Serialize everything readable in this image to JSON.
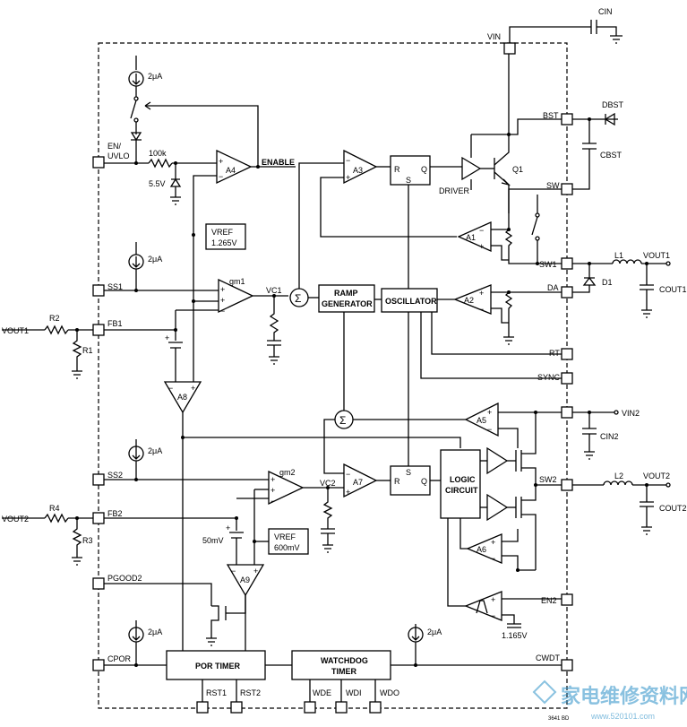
{
  "pins": {
    "vin": "VIN",
    "bst": "BST",
    "sw": "SW",
    "sw1": "SW1",
    "da": "DA",
    "rt": "RT",
    "sync": "SYNC",
    "en_uvlo_1": "EN/",
    "en_uvlo_2": "UVLO",
    "ss1": "SS1",
    "fb1": "FB1",
    "ss2": "SS2",
    "fb2": "FB2",
    "pgood2": "PGOOD2",
    "cpor": "CPOR",
    "sw2": "SW2",
    "en2": "EN2",
    "cwdt": "CWDT",
    "rst1": "RST1",
    "rst2": "RST2",
    "wde": "WDE",
    "wdi": "WDI",
    "wdo": "WDO"
  },
  "blocks": {
    "ramp_1": "RAMP",
    "ramp_2": "GENERATOR",
    "oscillator": "OSCILLATOR",
    "logic_1": "LOGIC",
    "logic_2": "CIRCUIT",
    "por_timer": "POR TIMER",
    "watchdog_1": "WATCHDOG",
    "watchdog_2": "TIMER",
    "driver": "DRIVER",
    "enable": "ENABLE"
  },
  "amps": {
    "a1": "A1",
    "a2": "A2",
    "a3": "A3",
    "a4": "A4",
    "a5": "A5",
    "a6": "A6",
    "a7": "A7",
    "a8": "A8",
    "a9": "A9",
    "gm1": "gm1",
    "gm2": "gm2"
  },
  "components": {
    "cin": "CIN",
    "dbst": "DBST",
    "cbst": "CBST",
    "q1": "Q1",
    "l1": "L1",
    "d1": "D1",
    "vout1": "VOUT1",
    "cout1": "COUT1",
    "vin2": "VIN2",
    "cin2": "CIN2",
    "l2": "L2",
    "vout2": "VOUT2",
    "cout2": "COUT2",
    "r1": "R1",
    "r2": "R2",
    "r3": "R3",
    "r4": "R4",
    "r100k": "100k",
    "vc1": "VC1",
    "vc2": "VC2",
    "zener": "5.5V",
    "vref1_a": "VREF",
    "vref1_b": "1.265V",
    "vref2_a": "VREF",
    "vref2_b": "600mV",
    "offset": "50mV",
    "threshold": "1.165V",
    "isrc": "2μA"
  },
  "part_code": "3641 BD",
  "watermark": {
    "main": "家电维修资料网",
    "url": "www.520101.com"
  }
}
